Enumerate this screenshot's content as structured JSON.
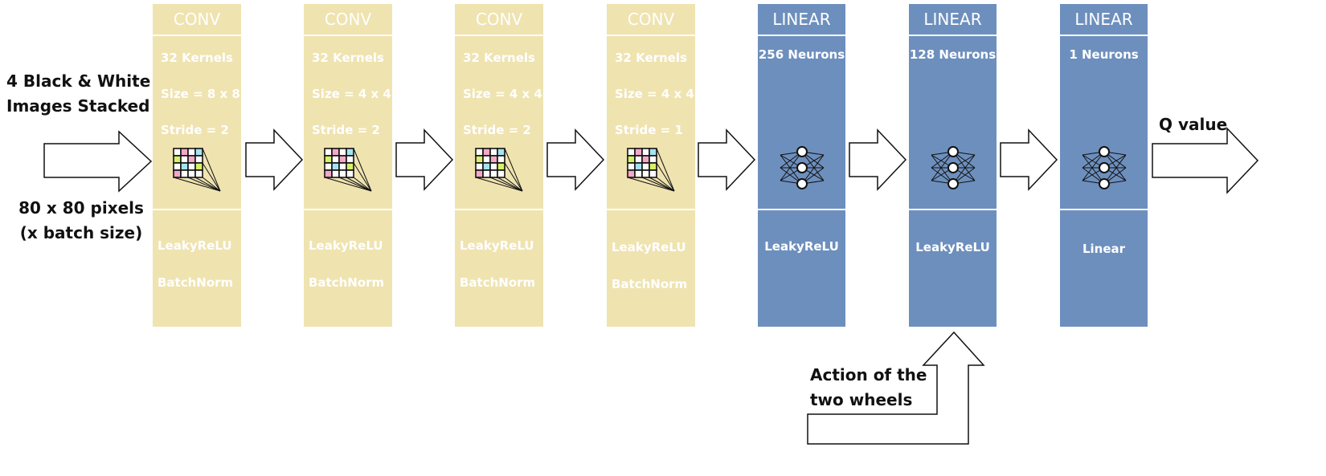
{
  "input": {
    "title": "4 Black & White Images Stacked",
    "size": "80 x 80 pixels (x batch size)"
  },
  "layers": [
    {
      "type": "conv",
      "header": "CONV",
      "params": [
        "32 Kernels",
        "Size = 8 x 8",
        "Stride = 2"
      ],
      "activation": "LeakyReLU",
      "norm": "BatchNorm",
      "icon": "conv-kernel-icon"
    },
    {
      "type": "conv",
      "header": "CONV",
      "params": [
        "32 Kernels",
        "Size = 4 x 4",
        "Stride = 2"
      ],
      "activation": "LeakyReLU",
      "norm": "BatchNorm",
      "icon": "conv-kernel-icon"
    },
    {
      "type": "conv",
      "header": "CONV",
      "params": [
        "32 Kernels",
        "Size = 4 x 4",
        "Stride = 2"
      ],
      "activation": "LeakyReLU",
      "norm": "BatchNorm",
      "icon": "conv-kernel-icon"
    },
    {
      "type": "conv",
      "header": "CONV",
      "params": [
        "32 Kernels",
        "Size = 4 x 4",
        "Stride =  1"
      ],
      "activation": "LeakyReLU",
      "norm": "BatchNorm",
      "icon": "conv-kernel-icon"
    },
    {
      "type": "linear",
      "header": "LINEAR",
      "neurons": "256 Neurons",
      "activation": "LeakyReLU",
      "icon": "neural-net-icon"
    },
    {
      "type": "linear",
      "header": "LINEAR",
      "neurons": "128 Neurons",
      "activation": "LeakyReLU",
      "icon": "neural-net-icon"
    },
    {
      "type": "linear",
      "header": "LINEAR",
      "neurons": "1 Neurons",
      "activation": "Linear",
      "icon": "neural-net-icon"
    }
  ],
  "output": {
    "label": "Q value"
  },
  "action_input": {
    "label": "Action of the two wheels"
  },
  "colors": {
    "conv": "#efe3b0",
    "linear": "#6d8fbd",
    "text_on_layer": "#ffffff"
  }
}
